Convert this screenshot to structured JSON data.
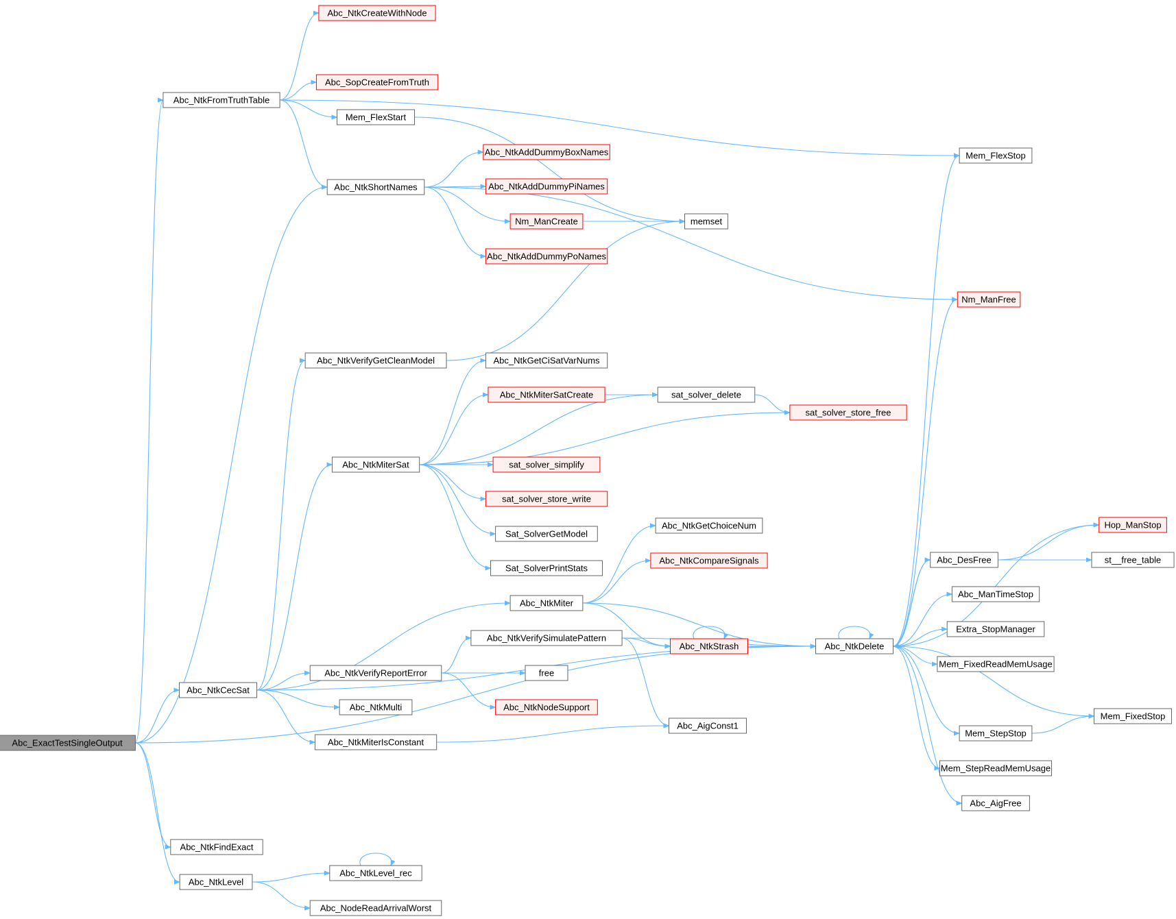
{
  "legend": {
    "normal_node_color": "#ffffff",
    "truncated_node_color": "#fff0f0",
    "truncated_border_color": "#ff0000",
    "root_node_color": "#999999",
    "edge_color": "#63b8ff"
  },
  "nodes": [
    {
      "id": "root",
      "label": "Abc_ExactTestSingleOutput",
      "kind": "root"
    },
    {
      "id": "fromtt",
      "label": "Abc_NtkFromTruthTable",
      "kind": "normal"
    },
    {
      "id": "createwithnode",
      "label": "Abc_NtkCreateWithNode",
      "kind": "truncated"
    },
    {
      "id": "sopcreate",
      "label": "Abc_SopCreateFromTruth",
      "kind": "truncated"
    },
    {
      "id": "memflexstart",
      "label": "Mem_FlexStart",
      "kind": "normal"
    },
    {
      "id": "shortnames",
      "label": "Abc_NtkShortNames",
      "kind": "normal"
    },
    {
      "id": "dummybox",
      "label": "Abc_NtkAddDummyBoxNames",
      "kind": "truncated"
    },
    {
      "id": "dummypi",
      "label": "Abc_NtkAddDummyPiNames",
      "kind": "truncated"
    },
    {
      "id": "nmmancreate",
      "label": "Nm_ManCreate",
      "kind": "truncated"
    },
    {
      "id": "dummypo",
      "label": "Abc_NtkAddDummyPoNames",
      "kind": "truncated"
    },
    {
      "id": "memset",
      "label": "memset",
      "kind": "normal"
    },
    {
      "id": "memflexstop",
      "label": "Mem_FlexStop",
      "kind": "normal"
    },
    {
      "id": "nmmanfree",
      "label": "Nm_ManFree",
      "kind": "truncated"
    },
    {
      "id": "cleanmodel",
      "label": "Abc_NtkVerifyGetCleanModel",
      "kind": "normal"
    },
    {
      "id": "cisatvarnums",
      "label": "Abc_NtkGetCiSatVarNums",
      "kind": "normal"
    },
    {
      "id": "mitersatcreate",
      "label": "Abc_NtkMiterSatCreate",
      "kind": "truncated"
    },
    {
      "id": "satdelete",
      "label": "sat_solver_delete",
      "kind": "normal"
    },
    {
      "id": "storefree",
      "label": "sat_solver_store_free",
      "kind": "truncated"
    },
    {
      "id": "mitersat",
      "label": "Abc_NtkMiterSat",
      "kind": "normal"
    },
    {
      "id": "satsimplify",
      "label": "sat_solver_simplify",
      "kind": "truncated"
    },
    {
      "id": "storewrite",
      "label": "sat_solver_store_write",
      "kind": "truncated"
    },
    {
      "id": "getmodel",
      "label": "Sat_SolverGetModel",
      "kind": "normal"
    },
    {
      "id": "printstats",
      "label": "Sat_SolverPrintStats",
      "kind": "normal"
    },
    {
      "id": "choicenum",
      "label": "Abc_NtkGetChoiceNum",
      "kind": "normal"
    },
    {
      "id": "comparesignals",
      "label": "Abc_NtkCompareSignals",
      "kind": "truncated"
    },
    {
      "id": "miter",
      "label": "Abc_NtkMiter",
      "kind": "normal"
    },
    {
      "id": "simpattern",
      "label": "Abc_NtkVerifySimulatePattern",
      "kind": "normal"
    },
    {
      "id": "strash",
      "label": "Abc_NtkStrash",
      "kind": "truncated"
    },
    {
      "id": "ntkdelete",
      "label": "Abc_NtkDelete",
      "kind": "normal"
    },
    {
      "id": "cecsat",
      "label": "Abc_NtkCecSat",
      "kind": "normal"
    },
    {
      "id": "reporterror",
      "label": "Abc_NtkVerifyReportError",
      "kind": "normal"
    },
    {
      "id": "free",
      "label": "free",
      "kind": "normal"
    },
    {
      "id": "nodesupport",
      "label": "Abc_NtkNodeSupport",
      "kind": "truncated"
    },
    {
      "id": "multi",
      "label": "Abc_NtkMulti",
      "kind": "normal"
    },
    {
      "id": "miterisconst",
      "label": "Abc_NtkMiterIsConstant",
      "kind": "normal"
    },
    {
      "id": "aigconst1",
      "label": "Abc_AigConst1",
      "kind": "normal"
    },
    {
      "id": "hopmanstop",
      "label": "Hop_ManStop",
      "kind": "truncated"
    },
    {
      "id": "desfree",
      "label": "Abc_DesFree",
      "kind": "normal"
    },
    {
      "id": "stfreetable",
      "label": "st__free_table",
      "kind": "normal"
    },
    {
      "id": "mantimestop",
      "label": "Abc_ManTimeStop",
      "kind": "normal"
    },
    {
      "id": "extrastop",
      "label": "Extra_StopManager",
      "kind": "normal"
    },
    {
      "id": "fixedreadmem",
      "label": "Mem_FixedReadMemUsage",
      "kind": "normal"
    },
    {
      "id": "fixedstop",
      "label": "Mem_FixedStop",
      "kind": "normal"
    },
    {
      "id": "stepstop",
      "label": "Mem_StepStop",
      "kind": "normal"
    },
    {
      "id": "stepreadmem",
      "label": "Mem_StepReadMemUsage",
      "kind": "normal"
    },
    {
      "id": "aigfree",
      "label": "Abc_AigFree",
      "kind": "normal"
    },
    {
      "id": "findexact",
      "label": "Abc_NtkFindExact",
      "kind": "normal"
    },
    {
      "id": "level",
      "label": "Abc_NtkLevel",
      "kind": "normal"
    },
    {
      "id": "levelrec",
      "label": "Abc_NtkLevel_rec",
      "kind": "normal"
    },
    {
      "id": "arrivalworst",
      "label": "Abc_NodeReadArrivalWorst",
      "kind": "normal"
    }
  ],
  "edges": [
    [
      "root",
      "fromtt"
    ],
    [
      "root",
      "shortnames"
    ],
    [
      "root",
      "cecsat"
    ],
    [
      "root",
      "ntkdelete"
    ],
    [
      "root",
      "findexact"
    ],
    [
      "root",
      "level"
    ],
    [
      "fromtt",
      "createwithnode"
    ],
    [
      "fromtt",
      "sopcreate"
    ],
    [
      "fromtt",
      "memflexstart"
    ],
    [
      "fromtt",
      "shortnames"
    ],
    [
      "fromtt",
      "memflexstop"
    ],
    [
      "memflexstart",
      "memset"
    ],
    [
      "shortnames",
      "dummybox"
    ],
    [
      "shortnames",
      "dummypi"
    ],
    [
      "shortnames",
      "nmmancreate"
    ],
    [
      "shortnames",
      "dummypo"
    ],
    [
      "shortnames",
      "nmmanfree"
    ],
    [
      "nmmancreate",
      "memset"
    ],
    [
      "cleanmodel",
      "memset"
    ],
    [
      "mitersat",
      "cisatvarnums"
    ],
    [
      "mitersat",
      "mitersatcreate"
    ],
    [
      "mitersat",
      "satdelete"
    ],
    [
      "mitersat",
      "storefree"
    ],
    [
      "mitersat",
      "satsimplify"
    ],
    [
      "mitersat",
      "storewrite"
    ],
    [
      "mitersat",
      "getmodel"
    ],
    [
      "mitersat",
      "printstats"
    ],
    [
      "mitersatcreate",
      "satdelete"
    ],
    [
      "satdelete",
      "storefree"
    ],
    [
      "miter",
      "choicenum"
    ],
    [
      "miter",
      "comparesignals"
    ],
    [
      "miter",
      "strash"
    ],
    [
      "miter",
      "ntkdelete"
    ],
    [
      "simpattern",
      "strash"
    ],
    [
      "simpattern",
      "ntkdelete"
    ],
    [
      "simpattern",
      "aigconst1"
    ],
    [
      "strash",
      "strash"
    ],
    [
      "strash",
      "ntkdelete"
    ],
    [
      "cecsat",
      "cleanmodel"
    ],
    [
      "cecsat",
      "mitersat"
    ],
    [
      "cecsat",
      "miter"
    ],
    [
      "cecsat",
      "reporterror"
    ],
    [
      "cecsat",
      "multi"
    ],
    [
      "cecsat",
      "miterisconst"
    ],
    [
      "cecsat",
      "ntkdelete"
    ],
    [
      "reporterror",
      "simpattern"
    ],
    [
      "reporterror",
      "free"
    ],
    [
      "reporterror",
      "nodesupport"
    ],
    [
      "miterisconst",
      "aigconst1"
    ],
    [
      "ntkdelete",
      "memflexstop"
    ],
    [
      "ntkdelete",
      "nmmanfree"
    ],
    [
      "ntkdelete",
      "hopmanstop"
    ],
    [
      "ntkdelete",
      "desfree"
    ],
    [
      "ntkdelete",
      "mantimestop"
    ],
    [
      "ntkdelete",
      "extrastop"
    ],
    [
      "ntkdelete",
      "fixedreadmem"
    ],
    [
      "ntkdelete",
      "fixedstop"
    ],
    [
      "ntkdelete",
      "stepstop"
    ],
    [
      "ntkdelete",
      "stepreadmem"
    ],
    [
      "ntkdelete",
      "aigfree"
    ],
    [
      "ntkdelete",
      "ntkdelete"
    ],
    [
      "desfree",
      "hopmanstop"
    ],
    [
      "desfree",
      "stfreetable"
    ],
    [
      "desfree",
      "ntkdelete"
    ],
    [
      "stepstop",
      "fixedstop"
    ],
    [
      "level",
      "levelrec"
    ],
    [
      "level",
      "arrivalworst"
    ],
    [
      "levelrec",
      "levelrec"
    ]
  ]
}
